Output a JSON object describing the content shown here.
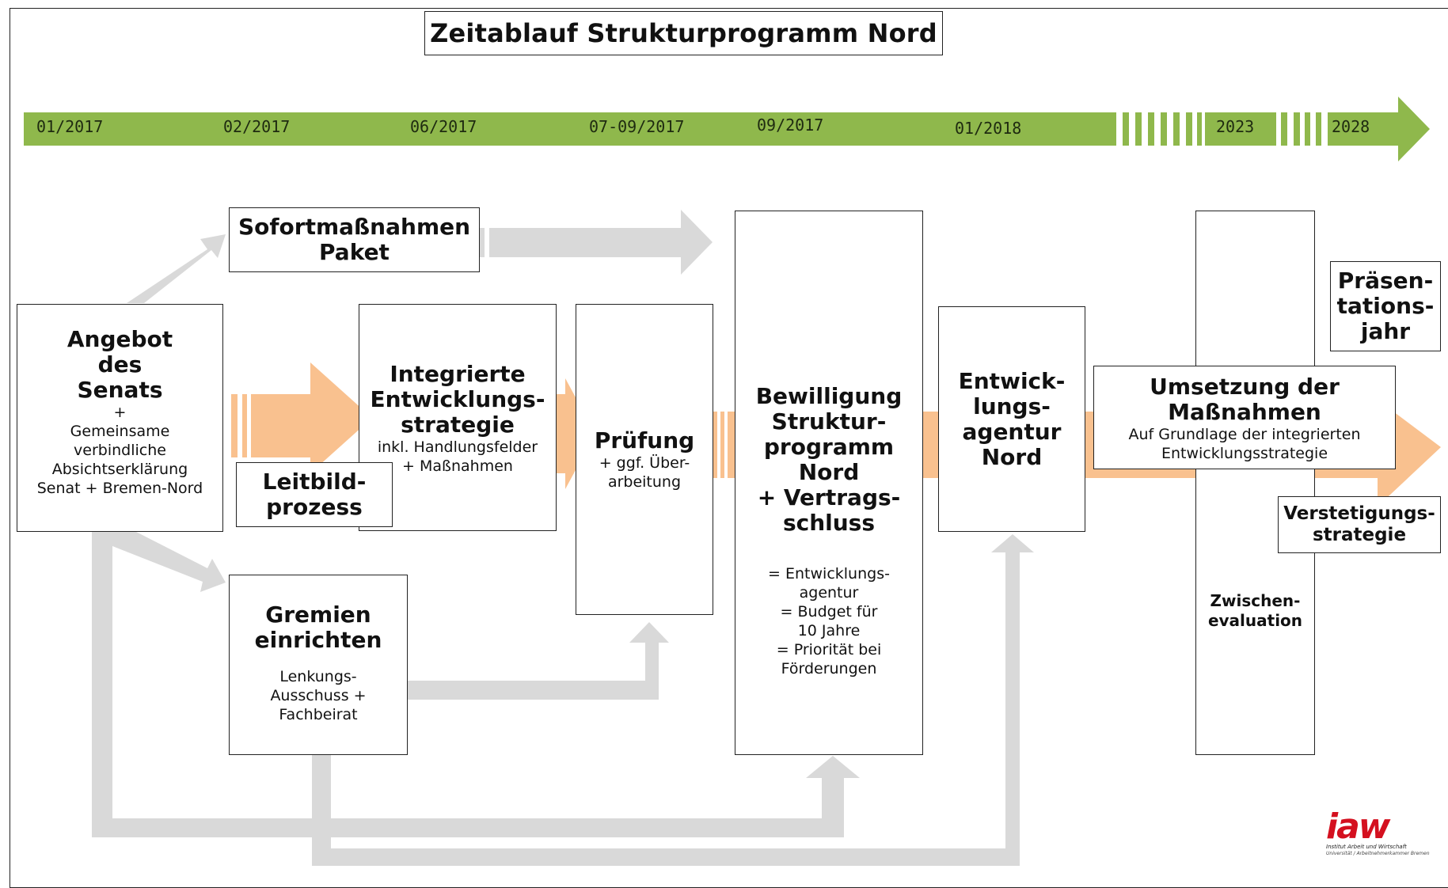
{
  "title": "Zeitablauf Strukturprogramm Nord",
  "timeline": {
    "ticks": [
      "01/2017",
      "02/2017",
      "06/2017",
      "07-09/2017",
      "09/2017",
      "01/2018",
      "2023",
      "2028"
    ]
  },
  "boxes": {
    "angebot": {
      "title": "Angebot\ndes\nSenats",
      "body": "+\nGemeinsame\nverbindliche\nAbsichtserklärung\nSenat + Bremen-Nord"
    },
    "sofort": {
      "title": "Sofortmaßnahmen\nPaket"
    },
    "integrierte": {
      "title": "Integrierte\nEntwicklungs-\nstrategie",
      "body": "inkl. Handlungsfelder\n+ Maßnahmen"
    },
    "leitbild": {
      "title": "Leitbild-\nprozess"
    },
    "gremien": {
      "title": "Gremien\neinrichten",
      "body": "Lenkungs-\nAusschuss +\nFachbeirat"
    },
    "pruefung": {
      "title": "Prüfung",
      "body": "+ ggf. Über-\narbeitung"
    },
    "bewilligung": {
      "title": "Bewilligung\nStruktur-\nprogramm\nNord\n+ Vertrags-\nschluss",
      "body": "= Entwicklungs-\nagentur\n= Budget für\n10 Jahre\n= Priorität bei\nFörderungen"
    },
    "agentur": {
      "title": "Entwick-\nlungs-\nagentur\nNord"
    },
    "zwischen": {
      "title": "Zwischen-\nevaluation"
    },
    "umsetzung": {
      "title": "Umsetzung der\nMaßnahmen",
      "body": "Auf Grundlage  der integrierten\nEntwicklungsstrategie"
    },
    "praesentation": {
      "title": "Präsen-\ntations-\njahr"
    },
    "verstetigung": {
      "title": "Verstetigungs-\nstrategie"
    }
  },
  "colors": {
    "timeline_green": "#8fb84c",
    "flow_orange": "#f9c18f",
    "connector_grey": "#d9d9d9",
    "logo_red": "#d4101f"
  },
  "logo": {
    "text": "iaw",
    "subtitle_1": "Institut Arbeit und Wirtschaft",
    "subtitle_2": "Universität / Arbeitnehmerkammer Bremen"
  }
}
